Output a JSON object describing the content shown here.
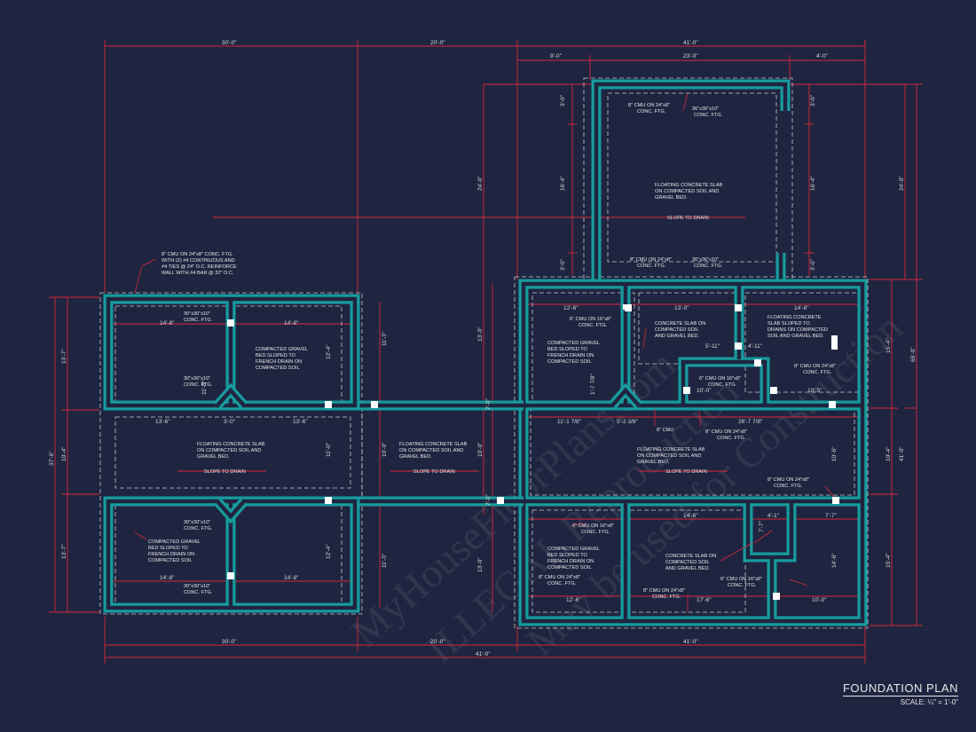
{
  "title": "FOUNDATION PLAN",
  "scale": "SCALE: ¼\" = 1'-0\"",
  "watermark": [
    "MyHouseFloorPlans.com",
    "ILLEGAL Reproduction",
    "May be used for Construction"
  ],
  "colors": {
    "background": "#1f2540",
    "wall": "#169c9e",
    "dimension": "#d8283a",
    "text": "#e6e6e6"
  },
  "dims": {
    "top_30": "30'-0\"",
    "top_20": "20'-0\"",
    "top_41": "41'-0\"",
    "top_9a": "9'-0\"",
    "top_23": "23'-0\"",
    "top_4": "4'-0\"",
    "bot_30": "30'-0\"",
    "bot_20": "20'-0\"",
    "bot_41a": "41'-0\"",
    "bot_41b": "41'-0\"",
    "left_13a": "13'-7\"",
    "left_10": "10'-4\"",
    "left_13b": "13'-7\"",
    "left_37": "37'-6\"",
    "right_24": "24'-0\"",
    "right_15a": "15'-4\"",
    "right_10": "10'-4\"",
    "right_15b": "15'-4\"",
    "right_65": "65'-0\"",
    "right_41": "41'-0\"",
    "ga_3a": "3'-0\"",
    "ga_16": "16'-4\"",
    "ga_3b": "3'-0\"",
    "ga_3c": "3'-0\"",
    "ga_16b": "16'-4\"",
    "ga_3d": "3'-0\"",
    "ga_24": "24'-0\"",
    "ctr_13a": "13'-0\"",
    "ctr_2a": "2'-0\"",
    "ctr_10": "10'-0\"",
    "ctr_2b": "2'-0\"",
    "ctr_13b": "13'-0\"",
    "mid_11a": "11'-3\"",
    "mid_10": "10'-0\"",
    "mid_11b": "11'-3\"",
    "lw_14a": "14'-8\"",
    "lw_14b": "14'-8\"",
    "lw_12a": "12'-4\"",
    "lw_13": "13'-6\"",
    "lw_3": "3'-0\"",
    "lw_13b": "13'-6\"",
    "lw_11": "11'-0\"",
    "lw_14c": "14'-8\"",
    "lw_14d": "14'-8\"",
    "lw_12b": "12'-4\"",
    "lw_11b": "11'-0\"",
    "rw_12a": "12'-6\"",
    "rw_13": "13'-0\"",
    "rw_14a": "14'-6\"",
    "rw_5": "5'-11\"",
    "rw_4": "4'-11\"",
    "rw_10a": "10'-0\"",
    "rw_10b": "10'-5\"",
    "rw_11": "11'-1 7/8\"",
    "rw_5b": "5'-2 3/8\"",
    "rw_26": "26'-7 7/8\"",
    "rw_14b": "14'-6\"",
    "rw_4b": "4'-1\"",
    "rw_7": "7'-7\"",
    "rw_12b": "12'-6\"",
    "rw_17": "17'-6\"",
    "rw_10c": "10'-0\"",
    "rw_10d": "10'-6\"",
    "rw_14c": "14'-6\"",
    "rw_1": "1'-7 7/8\"",
    "rw_7b": "7'-7\""
  },
  "notes": {
    "cmu_reinf": [
      "8\" CMU ON 24\"x8\" CONC. FTG.",
      "WITH (2) #4 CONTINUOUS AND",
      "#4 TIES @ 24\" O.C. REINFORCE",
      "WALL WITH #4 BAR @ 32\" O.C."
    ],
    "pad_a": [
      "30\"x30\"x10\"",
      "CONC. FTG."
    ],
    "pad_b": [
      "30\"x30\"x10\"",
      "CONC. FTG."
    ],
    "pad_c": [
      "30\"x30\"x10\"",
      "CONC. FTG."
    ],
    "pad_d": [
      "30\"x30\"x10\"",
      "CONC. FTG."
    ],
    "gravel_a": [
      "COMPACTED GRAVEL",
      "BED SLOPED TO",
      "FRENCH DRAIN ON",
      "COMPACTED SOIL"
    ],
    "gravel_b": [
      "COMPACTED GRAVEL",
      "BED SLOPED TO",
      "FRENCH DRAIN ON",
      "COMPACTED SOIL"
    ],
    "gravel_c": [
      "COMPACTED GRAVEL",
      "BED SLOPED TO",
      "FRENCH DRAIN ON",
      "COMPACTED SOIL"
    ],
    "gravel_d": [
      "COMPACTED GRAVEL",
      "BED SLOPED TO",
      "FRENCH DRAIN ON",
      "COMPACTED SOIL"
    ],
    "slab_left": [
      "FLOATING CONCRETE SLAB",
      "ON COMPACTED SOIL AND",
      "GRAVEL BED."
    ],
    "slab_mid": [
      "FLOATING CONCRETE SLAB",
      "ON COMPACTED SOIL AND",
      "GRAVEL BED."
    ],
    "slab_right": [
      "FLOATING CONCRETE SLAB",
      "ON COMPACTED SOIL AND",
      "GRAVEL BED."
    ],
    "slab_garage": [
      "FLOATING CONCRETE SLAB",
      "ON COMPACTED SOIL AND",
      "GRAVEL BED."
    ],
    "slope": "SLOPE TO DRAIN",
    "cmu_garage_a": [
      "8\" CMU ON 24\"x8\"",
      "CONC. FTG."
    ],
    "cmu_garage_b": [
      "8\" CMU ON 24\"x8\"",
      "CONC. FTG."
    ],
    "pad_garage_a": [
      "36\"x36\"x10\"",
      "CONC. FTG."
    ],
    "pad_garage_b": [
      "36\"x36\"x10\"",
      "CONC. FTG."
    ],
    "cmu6_a": [
      "6\" CMU ON 16\"x8\"",
      "CONC. FTG."
    ],
    "slab_soil_a": [
      "CONCRETE SLAB ON",
      "COMPACTED SOIL",
      "AND GRAVEL BED."
    ],
    "slab_sloped": [
      "FLOATING CONCRETE",
      "SLAB SLOPED TO",
      "DRAINS ON COMPACTED",
      "SOIL AND GRAVEL BED."
    ],
    "cmu6_b": [
      "6\" CMU ON 16\"x8\"",
      "CONC. FTG."
    ],
    "cmu8_a": [
      "8\" CMU ON 24\"x8\"",
      "CONC. FTG."
    ],
    "cmu8_plain": "8\" CMU",
    "cmu8_b": [
      "8\" CMU ON 24\"x8\"",
      "CONC. FTG."
    ],
    "cmu8_c": [
      "8\" CMU ON 24\"x8\"",
      "CONC. FTG."
    ],
    "cmu6_c": [
      "6\" CMU ON 16\"x8\"",
      "CONC. FTG."
    ],
    "cmu8_d": [
      "8\" CMU ON 24\"x8\"",
      "CONC. FTG."
    ],
    "slab_soil_b": [
      "CONCRETE SLAB ON",
      "COMPACTED SOIL",
      "AND GRAVEL BED."
    ],
    "cmu8_e": [
      "8\" CMU ON 24\"x8\"",
      "CONC. FTG."
    ],
    "cmu6_d": [
      "6\" CMU ON 16\"x8\"",
      "CONC. FTG."
    ]
  }
}
